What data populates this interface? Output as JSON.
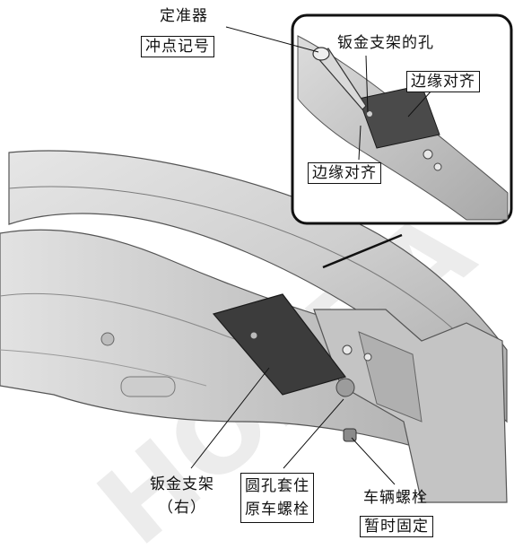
{
  "labels": {
    "marker_tool": "定准器",
    "punch_note": "冲点记号",
    "bracket_hole": "钣金支架的孔",
    "align_edge_upper": "边缘对齐",
    "align_edge_lower": "边缘对齐",
    "bracket_line1": "钣金支架",
    "bracket_line2": "（右）",
    "round_hole_line1": "圆孔套住",
    "round_hole_line2": "原车螺栓",
    "bolt_title": "车辆螺栓",
    "bolt_note": "暂时固定"
  },
  "watermark": {
    "text": "HONDA",
    "color": "#e9e9e9"
  },
  "colors": {
    "panel_light": "#d6d6d6",
    "panel_mid": "#b9b9b9",
    "panel_dark": "#8e8e8e",
    "bracket": "#3c3c3c",
    "line": "#111111",
    "inset_border": "#111111"
  }
}
